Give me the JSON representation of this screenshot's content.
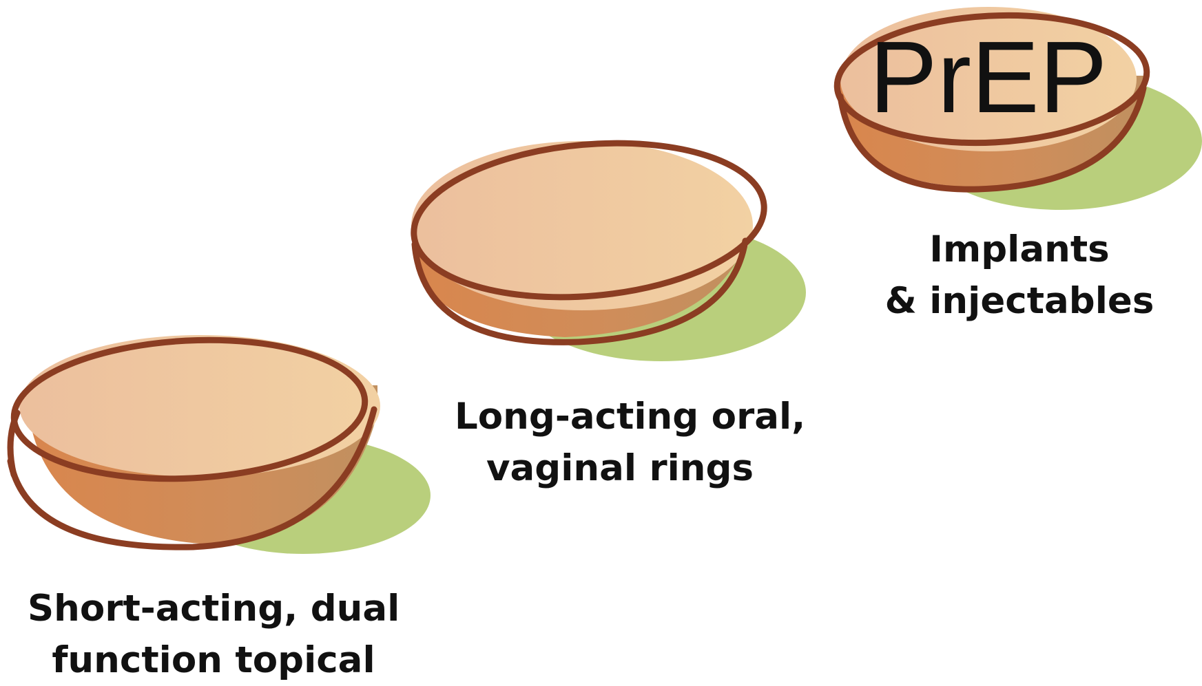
{
  "title": "PrEP",
  "steps": [
    {
      "lines": [
        "Short-acting, dual",
        "function topical"
      ]
    },
    {
      "lines": [
        "Long-acting oral,",
        "vaginal rings"
      ]
    },
    {
      "lines": [
        "Implants",
        "& injectables"
      ]
    }
  ],
  "colors": {
    "pill_top": "#efc6a2",
    "pill_side": "#d4844f",
    "pill_outline": "#8b3d22",
    "shadow": "#b9cf7c",
    "text": "#111111"
  }
}
